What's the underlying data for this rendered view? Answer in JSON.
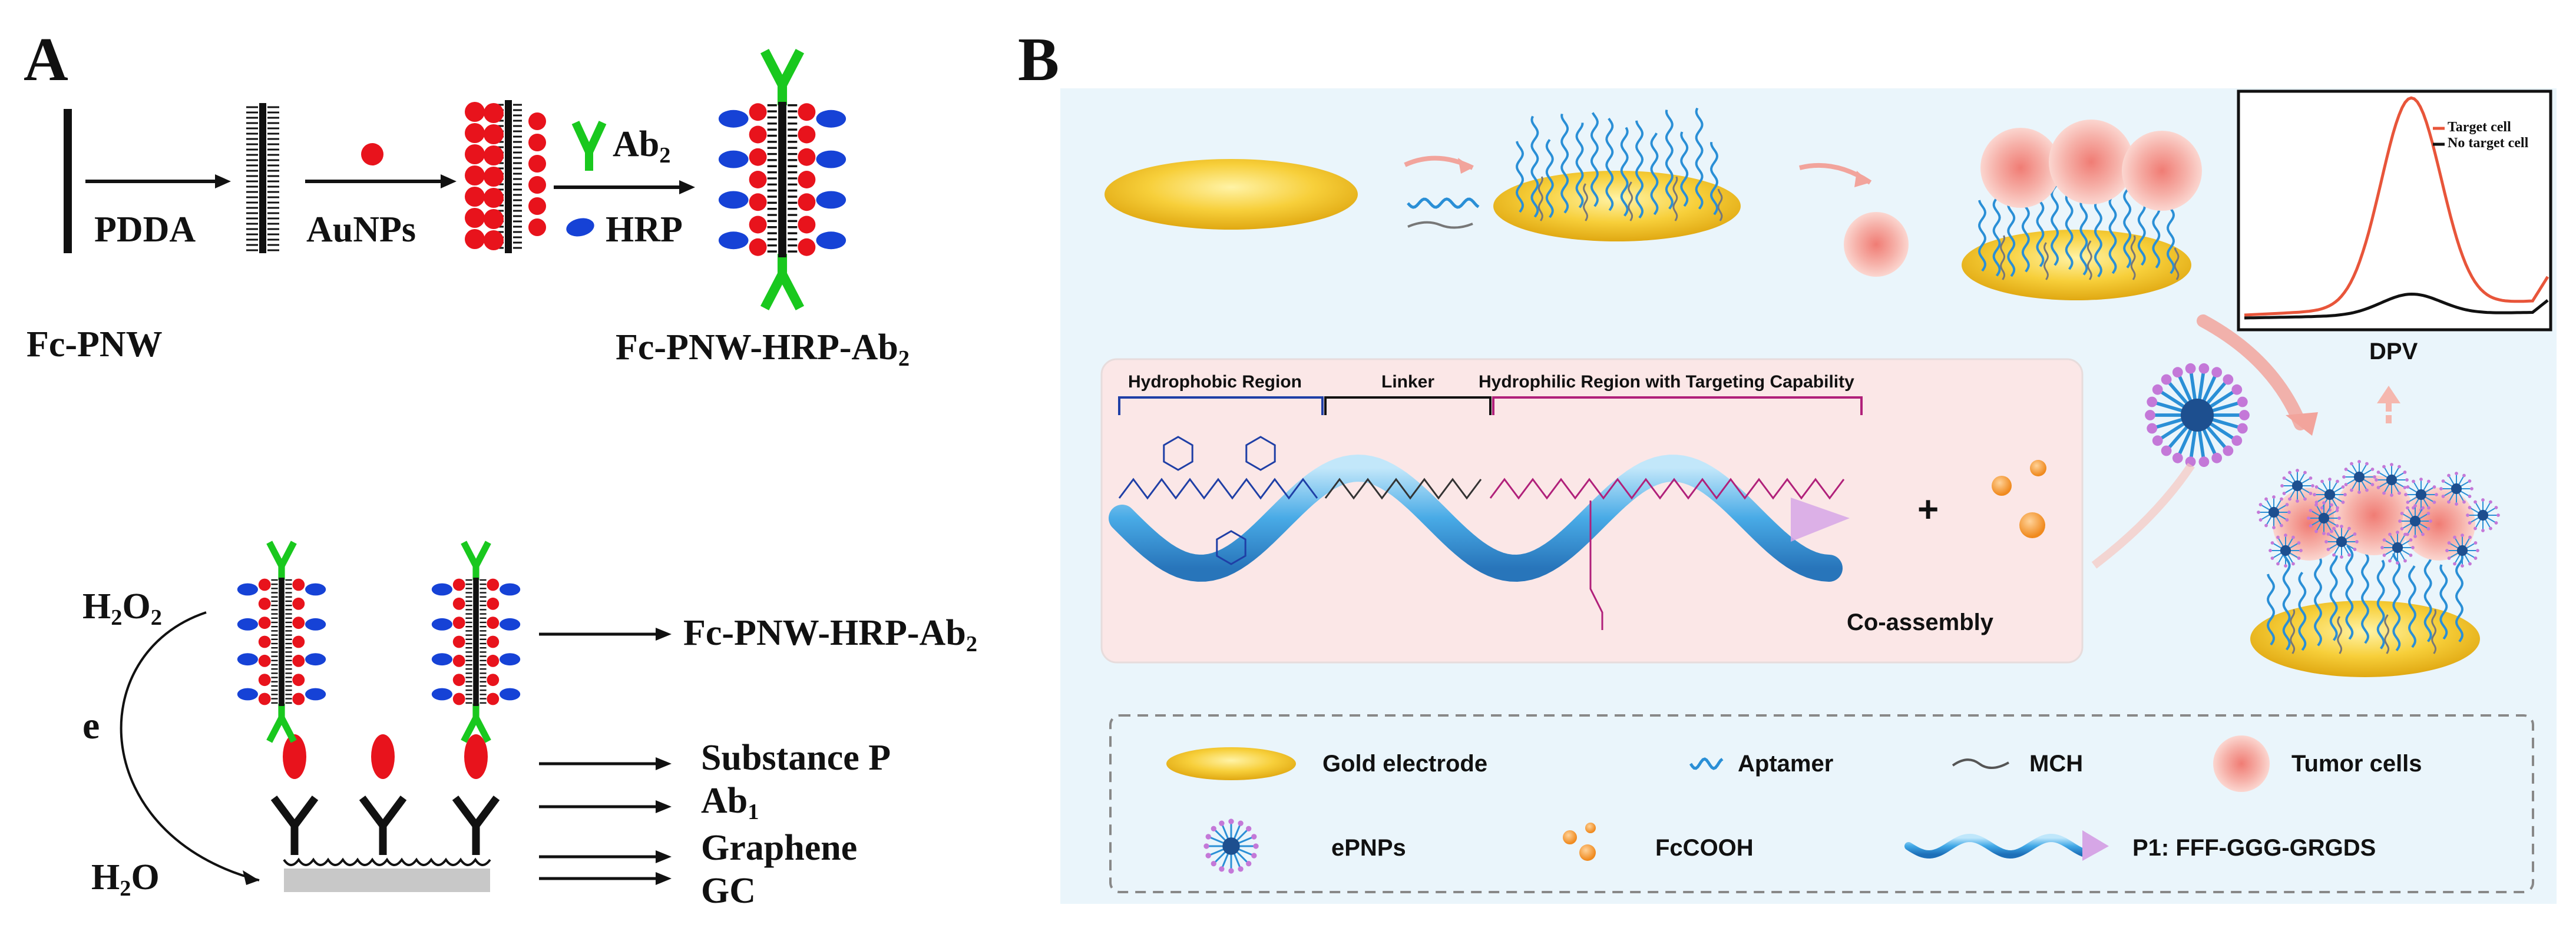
{
  "panelA": {
    "letter": "A",
    "step_labels": {
      "pdda": "PDDA",
      "aunps": "AuNPs",
      "ab2": "Ab",
      "ab2_sub": "2",
      "hrp": "HRP"
    },
    "fc_pnw": "Fc-PNW",
    "fc_pnw_hrp_ab2": "Fc-PNW-HRP-Ab",
    "fc_pnw_hrp_ab2_sub": "2",
    "h2o2": "H",
    "h2o2_sub": "2",
    "h2o2_o": "O",
    "h2o2_sub2": "2",
    "electron": "e",
    "h2o": "H",
    "h2o_sub": "2",
    "h2o_o": "O",
    "legend": {
      "probe": "Fc-PNW-HRP-Ab",
      "probe_sub": "2",
      "substance_p": "Substance P",
      "ab1": "Ab",
      "ab1_sub": "1",
      "graphene": "Graphene",
      "gc": "GC"
    },
    "colors": {
      "red": "#e8131c",
      "green": "#19c81e",
      "blue": "#1642d6",
      "black": "#111111",
      "gray": "#c8c8c8"
    }
  },
  "panelB": {
    "letter": "B",
    "chart": {
      "xlabel": "DPV",
      "legend": [
        "Target cell",
        "No target cell"
      ],
      "series_colors": [
        "#e8553a",
        "#111111"
      ]
    },
    "peptide": {
      "hydrophobic": "Hydrophobic Region",
      "linker": "Linker",
      "hydrophilic": "Hydrophilic Region with Targeting Capability",
      "coassembly": "Co-assembly",
      "plus": "+"
    },
    "legend": {
      "gold_electrode": "Gold electrode",
      "aptamer": "Aptamer",
      "mch": "MCH",
      "tumor_cells": "Tumor cells",
      "epnps": "ePNPs",
      "fccooh": "FcCOOH",
      "p1": "P1: FFF-GGG-GRGDS"
    },
    "colors": {
      "gold": "#f4c22e",
      "aptamer": "#2a8fd6",
      "tumor": "#f3a7a0",
      "peptide_blue": "#1f3fa6",
      "peptide_magenta": "#b0207a",
      "panel_bg": "#eaf5fb",
      "inner_bg": "#fbe7e7"
    }
  }
}
